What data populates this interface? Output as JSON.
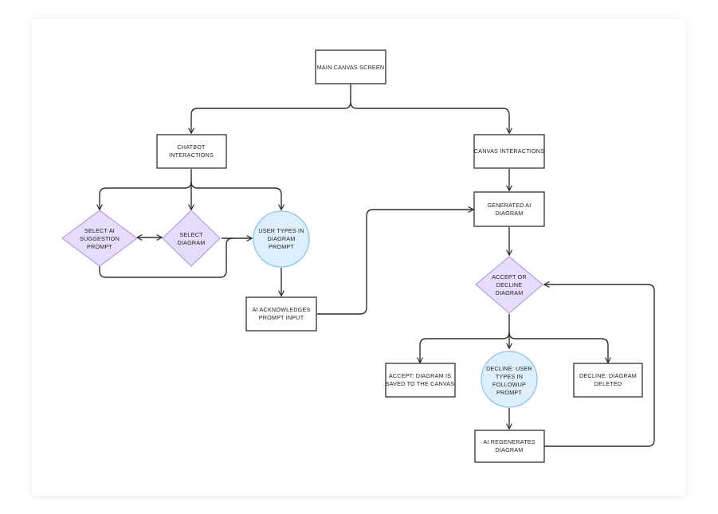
{
  "diagram": {
    "nodes": {
      "main_canvas": [
        "MAIN CANVAS SCREEN"
      ],
      "chatbot": [
        "CHATBOT",
        "INTERACTIONS"
      ],
      "canvas_interactions": [
        "CANVAS INTERACTIONS"
      ],
      "select_ai_suggestion": [
        "SELECT AI",
        "SUGGESTION",
        "PROMPT"
      ],
      "select_diagram": [
        "SELECT",
        "DIAGRAM"
      ],
      "user_types": [
        "USER TYPES IN",
        "DIAGRAM",
        "PROMPT"
      ],
      "ai_acknowledges": [
        "AI ACKNOWLEDGES",
        "PROMPT INPUT"
      ],
      "generated": [
        "GENERATED AI",
        "DIAGRAM"
      ],
      "accept_or_decline": [
        "ACCEPT OR",
        "DECLINE",
        "DIAGRAM"
      ],
      "accept_saved": [
        "ACCEPT: DIAGRAM IS",
        "SAVED TO THE CANVAS"
      ],
      "decline_followup": [
        "DECLINE: USER",
        "TYPES IN",
        "FOLLOWUP",
        "PROMPT"
      ],
      "decline_deleted": [
        "DECLINE: DIAGRAM",
        "DELETED"
      ],
      "regenerates": [
        "AI REGENERATES",
        "DIAGRAM"
      ]
    },
    "colors": {
      "decision_fill": "#e7dcfb",
      "decision_stroke": "#b69be8",
      "input_fill": "#ddeffd",
      "input_stroke": "#8dc3ec",
      "line": "#2f2f2f"
    }
  }
}
